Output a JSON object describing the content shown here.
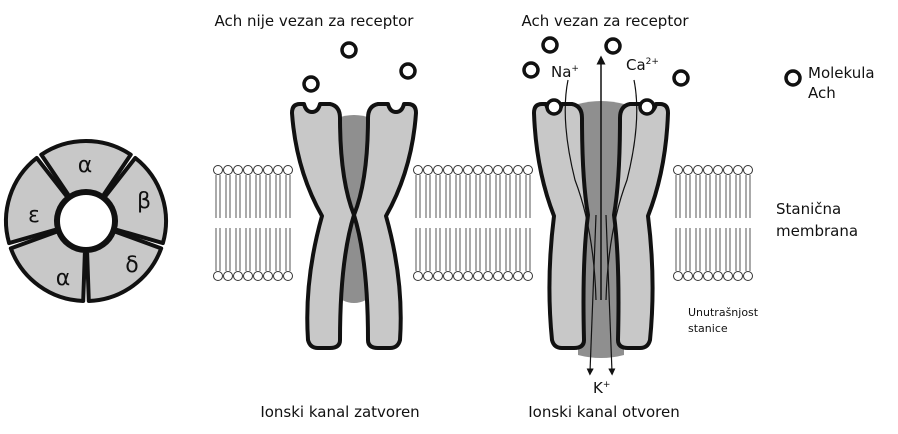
{
  "titles": {
    "closed_top": "Ach nije vezan za receptor",
    "open_top": "Ach vezan za receptor",
    "closed_bottom": "Ionski kanal zatvoren",
    "open_bottom": "Ionski kanal otvoren"
  },
  "legend": {
    "molecule_line1": "Molekula",
    "molecule_line2": "Ach"
  },
  "membrane": {
    "line1": "Stanična",
    "line2": "membrana"
  },
  "inside": {
    "line1": "Unutrašnjost",
    "line2": "stanice"
  },
  "ions": {
    "na": "Na",
    "na_charge": "+",
    "ca": "Ca",
    "ca_charge": "2+",
    "k": "K",
    "k_charge": "+"
  },
  "subunits": {
    "top": "α",
    "right_top": "β",
    "right_bottom": "δ",
    "left_bottom": "α",
    "left_top": "ε"
  },
  "colors": {
    "protein_fill": "#c8c8c8",
    "pore_fill": "#8f8f8f",
    "outline": "#111111"
  }
}
